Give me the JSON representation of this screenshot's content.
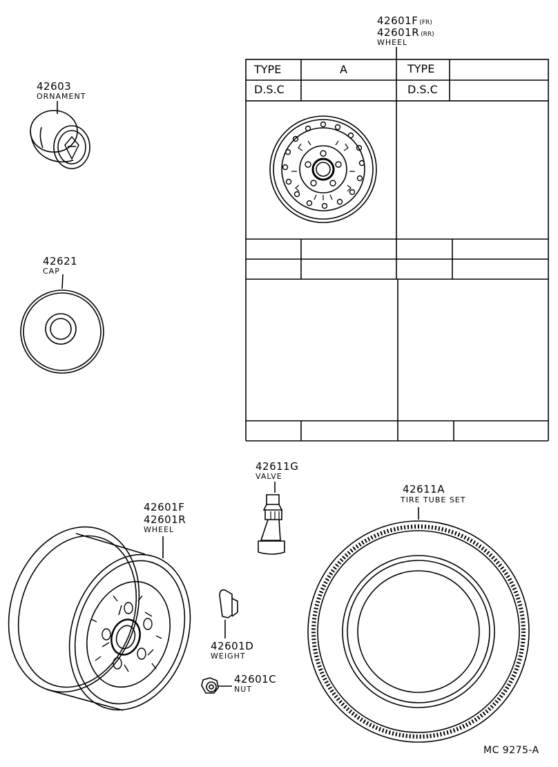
{
  "header": {
    "part_fr": "42601F",
    "part_fr_suffix": "(FR)",
    "part_rr": "42601R",
    "part_rr_suffix": "(RR)",
    "wheel_label": "WHEEL"
  },
  "table": {
    "type_label_1": "TYPE",
    "type_value_1": "A",
    "type_label_2": "TYPE",
    "dsc_label_1": "D.S.C",
    "dsc_label_2": "D.S.C"
  },
  "parts": {
    "ornament": {
      "number": "42603",
      "name": "ORNAMENT"
    },
    "cap": {
      "number": "42621",
      "name": "CAP"
    },
    "valve": {
      "number": "42611G",
      "name": "VALVE"
    },
    "tire": {
      "number": "42611A",
      "name": "TIRE TUBE SET"
    },
    "wheel": {
      "number_f": "42601F",
      "number_r": "42601R",
      "name": "WHEEL"
    },
    "weight": {
      "number": "42601D",
      "name": "WEIGHT"
    },
    "nut": {
      "number": "42601C",
      "name": "NUT"
    }
  },
  "footer": {
    "code": "MC  9275-A"
  }
}
